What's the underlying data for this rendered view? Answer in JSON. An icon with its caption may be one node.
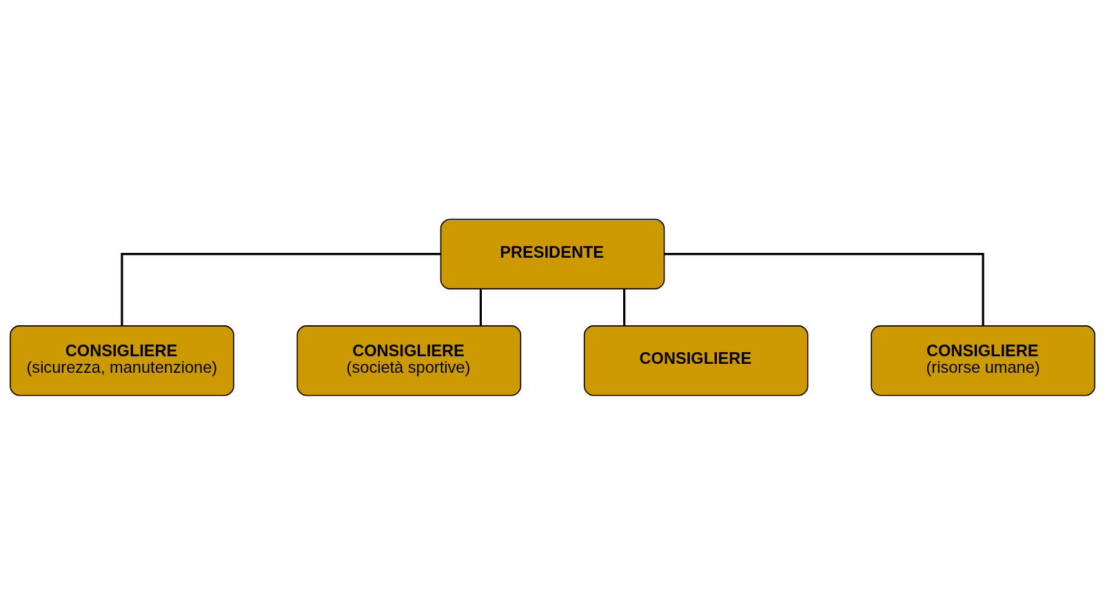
{
  "diagram": {
    "nodes": [
      {
        "text": [
          "PRESIDENTE"
        ]
      },
      {
        "text": [
          "CONSIGLIERE",
          "(sicurezza, manutenzione)"
        ]
      },
      {
        "text": [
          "CONSIGLIERE",
          "(società sportive)"
        ]
      },
      {
        "text": [
          "CONSIGLIERE"
        ]
      },
      {
        "text": [
          "CONSIGLIERE",
          "(risorse umane)"
        ]
      }
    ],
    "edges": [
      {
        "from": 0,
        "to": 1,
        "arrow": "none"
      },
      {
        "from": 0,
        "to": 2,
        "arrow": "none"
      },
      {
        "from": 0,
        "to": 3,
        "arrow": "none"
      },
      {
        "from": 0,
        "to": 4,
        "arrow": "none"
      }
    ]
  }
}
